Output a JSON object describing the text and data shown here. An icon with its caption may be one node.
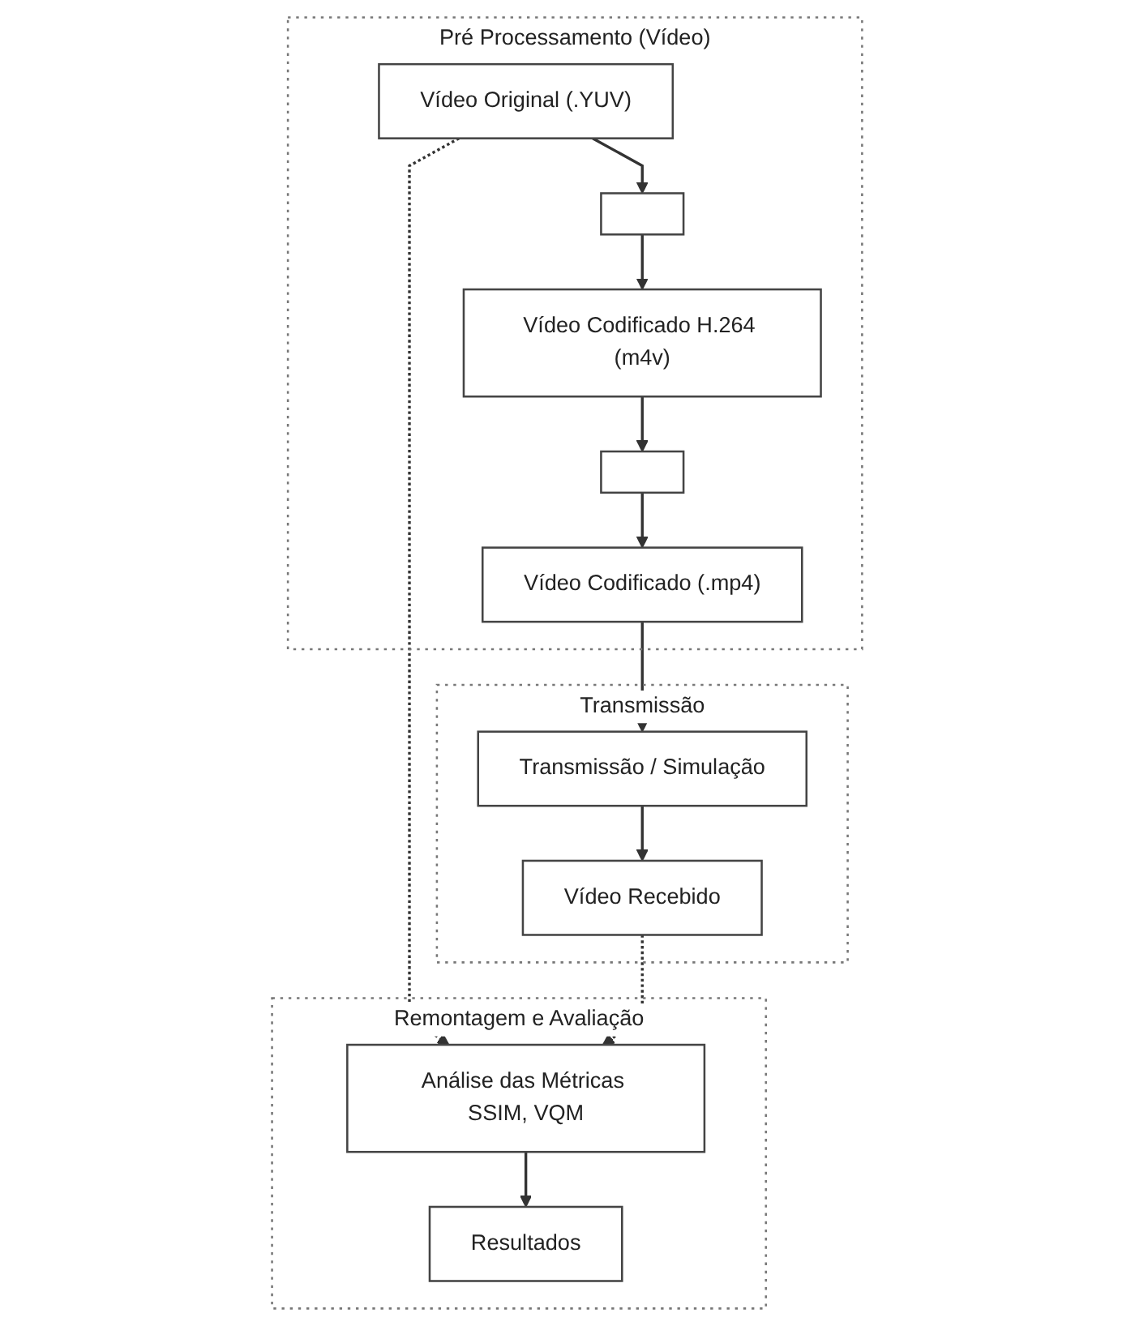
{
  "diagram": {
    "nodes": [
      {
        "text": [
          "Pré Processamento (Vídeo)"
        ]
      },
      {
        "text": [
          "Vídeo Original (.YUV)"
        ],
        "in": 0
      },
      {
        "text": [],
        "shape": "box",
        "in": 0
      },
      {
        "text": [
          "Vídeo Codificado H.264 (m4v)"
        ],
        "in": 0
      },
      {
        "text": [],
        "shape": "box",
        "in": 0
      },
      {
        "text": [
          "Vídeo Codificado (.mp4)"
        ],
        "in": 0
      },
      {
        "text": [
          "Transmissão"
        ]
      },
      {
        "text": [
          "Transmissão / Simulação"
        ],
        "in": 6
      },
      {
        "text": [
          "Vídeo Recebido"
        ],
        "in": 6
      },
      {
        "text": [
          "Remontagem e Avaliação"
        ]
      },
      {
        "text": [
          "Análise das Métricas SSIM, VQM"
        ],
        "in": 9
      },
      {
        "text": [
          "Resultados"
        ],
        "in": 9
      }
    ],
    "edges": [
      {
        "from": 1,
        "to": 2,
        "arrow": "to"
      },
      {
        "from": 2,
        "to": 3,
        "arrow": "to"
      },
      {
        "from": 3,
        "to": 4,
        "arrow": "to"
      },
      {
        "from": 4,
        "to": 5,
        "arrow": "to"
      },
      {
        "from": 5,
        "to": 7,
        "arrow": "to"
      },
      {
        "from": 7,
        "to": 8,
        "arrow": "to"
      },
      {
        "from": 1,
        "to": 10,
        "arrow": "to",
        "style": "dashed"
      },
      {
        "from": 8,
        "to": 10,
        "arrow": "to",
        "style": "dashed"
      },
      {
        "from": 10,
        "to": 11,
        "arrow": "to"
      }
    ]
  }
}
